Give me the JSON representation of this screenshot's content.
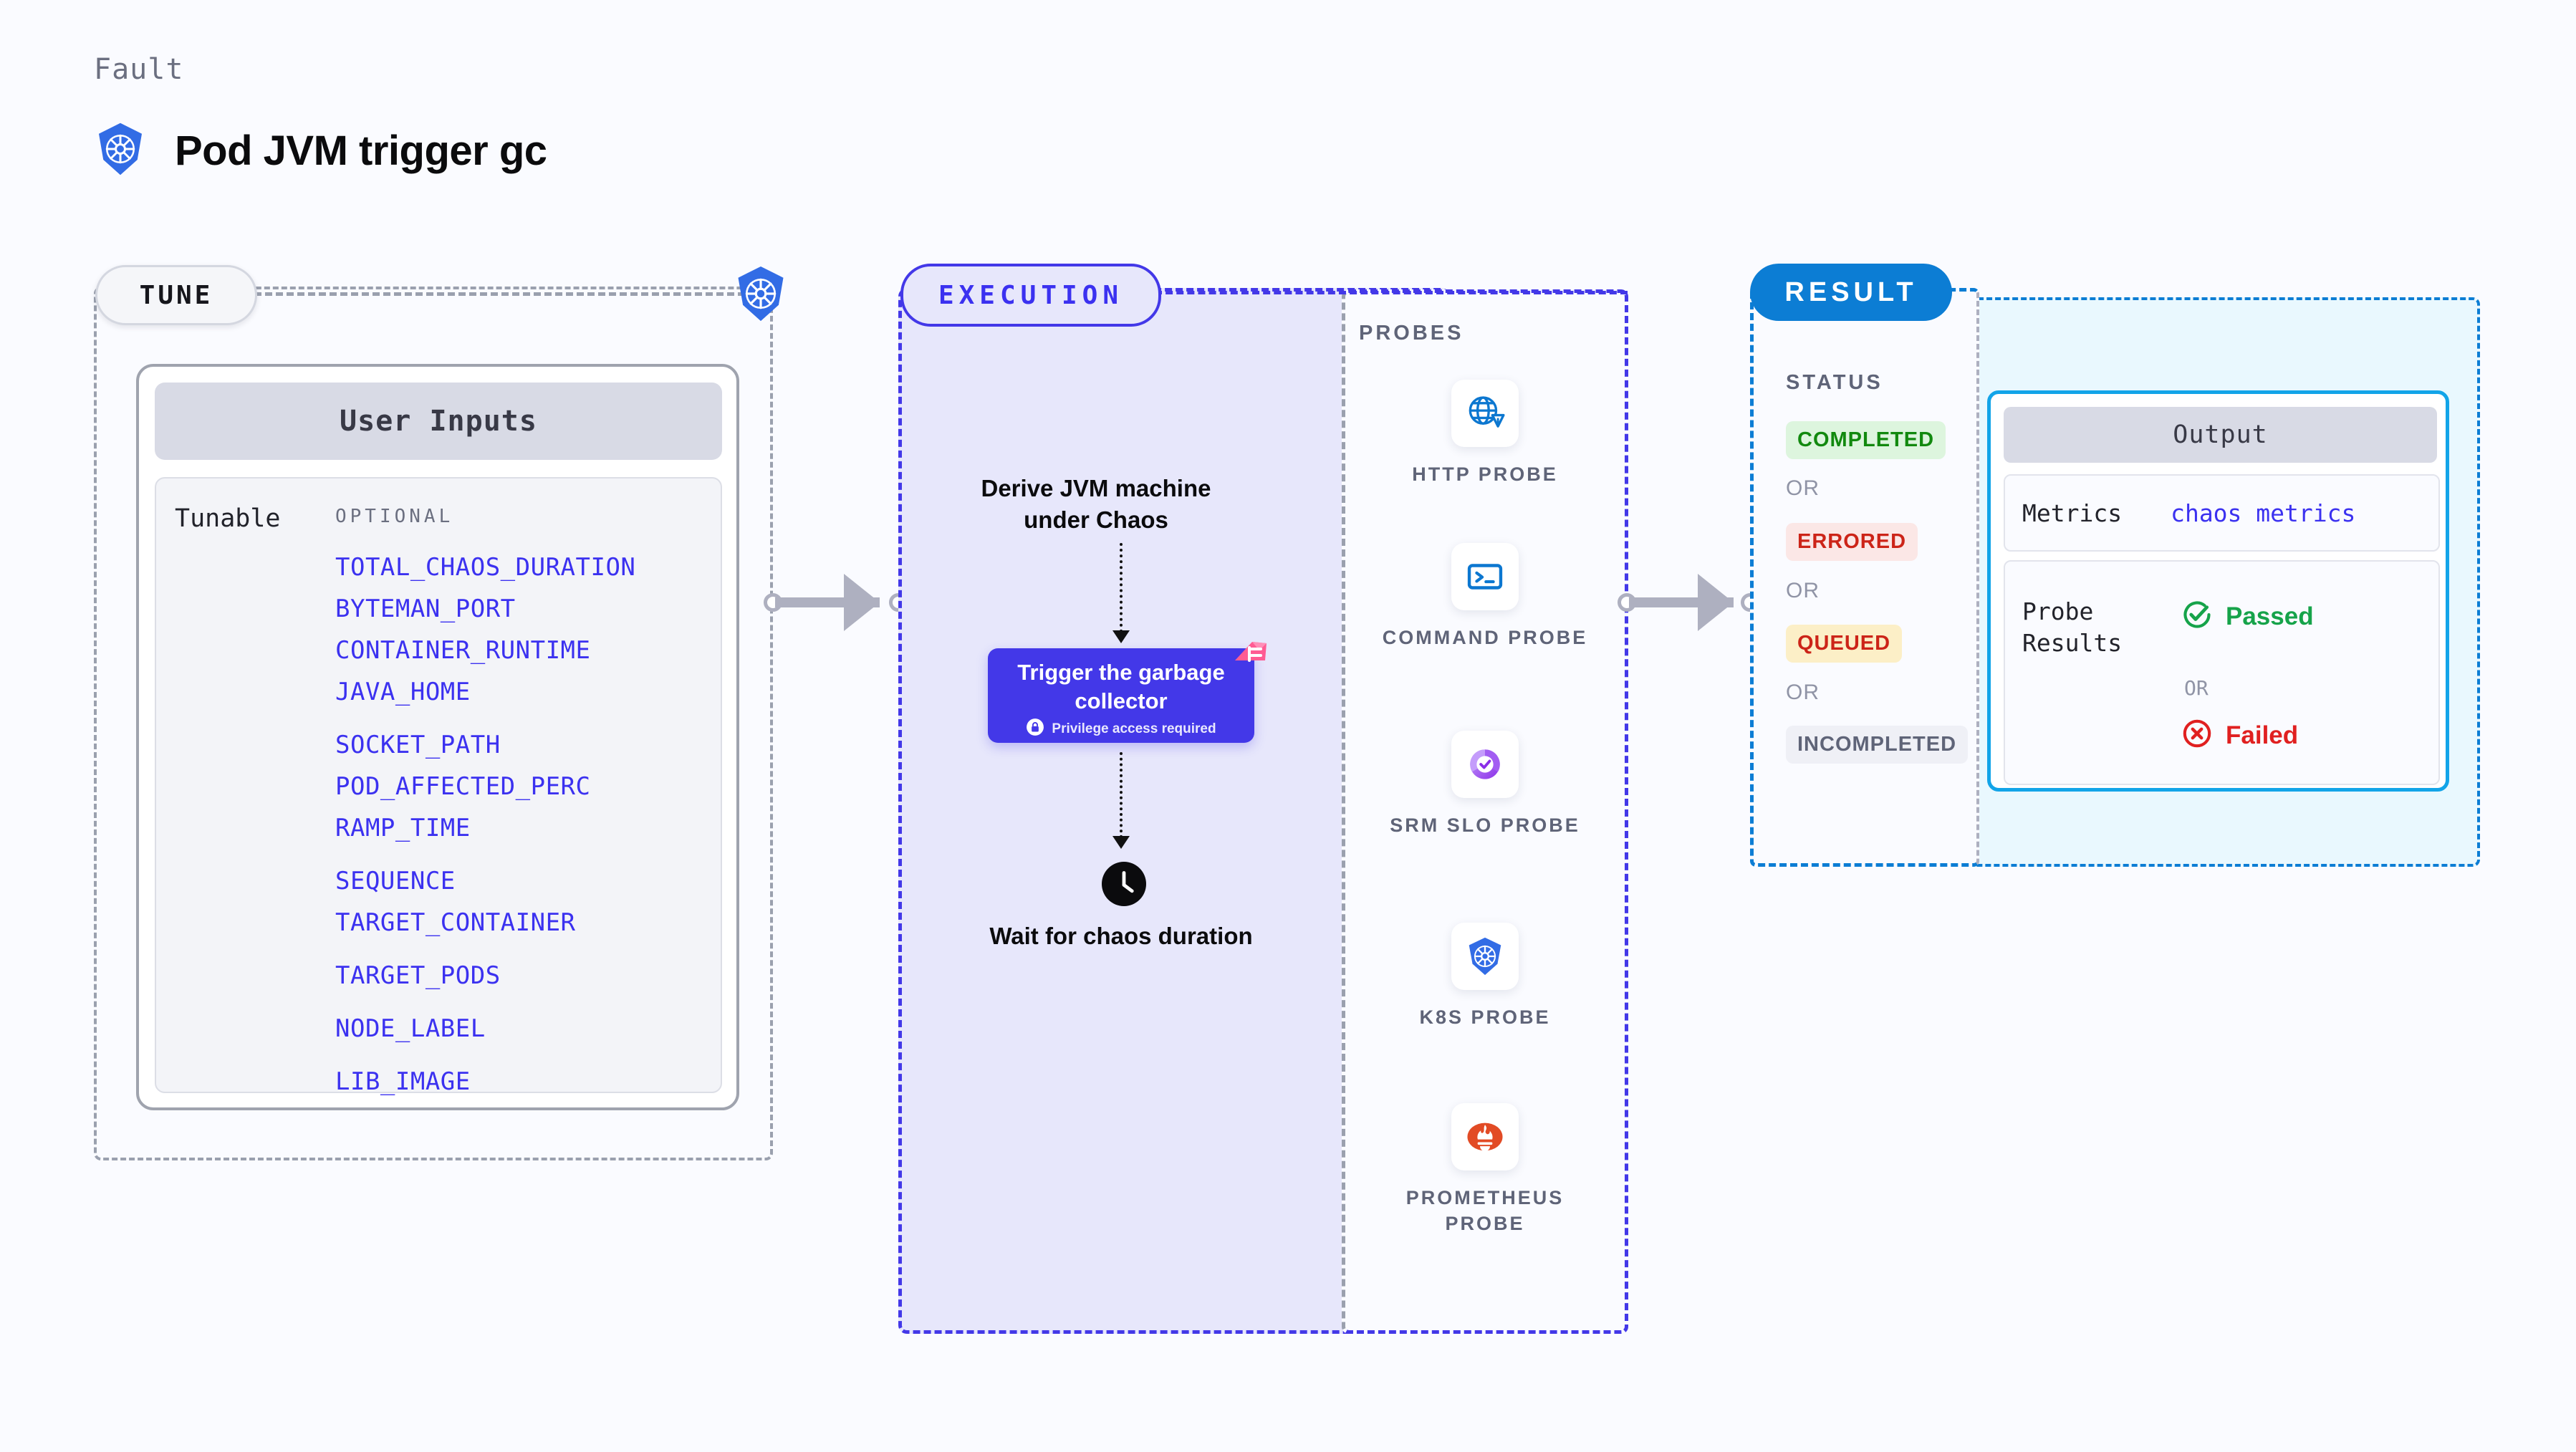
{
  "header": {
    "eyebrow": "Fault",
    "title": "Pod JVM trigger gc",
    "icon": "kubernetes-icon"
  },
  "tune": {
    "badge": "TUNE",
    "card_title": "User Inputs",
    "tunable_label": "Tunable",
    "optional_label": "OPTIONAL",
    "tunables": [
      "TOTAL_CHAOS_DURATION",
      "BYTEMAN_PORT",
      "CONTAINER_RUNTIME",
      "JAVA_HOME",
      "SOCKET_PATH",
      "POD_AFFECTED_PERC",
      "RAMP_TIME",
      "SEQUENCE",
      "TARGET_CONTAINER",
      "TARGET_PODS",
      "NODE_LABEL",
      "LIB_IMAGE"
    ]
  },
  "execution": {
    "badge": "EXECUTION",
    "step_derive": "Derive JVM machine under Chaos",
    "trigger_title": "Trigger the garbage collector",
    "trigger_note": "Privilege access required",
    "step_wait": "Wait for chaos duration"
  },
  "probes": {
    "label": "PROBES",
    "items": [
      {
        "name": "HTTP PROBE",
        "icon": "globe-warning-icon"
      },
      {
        "name": "COMMAND PROBE",
        "icon": "terminal-icon"
      },
      {
        "name": "SRM SLO PROBE",
        "icon": "slo-gauge-check-icon"
      },
      {
        "name": "K8S PROBE",
        "icon": "kubernetes-icon"
      },
      {
        "name": "PROMETHEUS PROBE",
        "icon": "prometheus-icon"
      }
    ]
  },
  "result": {
    "badge": "RESULT",
    "status_label": "STATUS",
    "or_text": "OR",
    "statuses": [
      {
        "label": "COMPLETED",
        "bg": "#DDF5DE",
        "fg": "#12890F"
      },
      {
        "label": "ERRORED",
        "bg": "#FBE7E6",
        "fg": "#CC2418"
      },
      {
        "label": "QUEUED",
        "bg": "#FCEFC7",
        "fg": "#CC2418"
      },
      {
        "label": "INCOMPLETED",
        "bg": "#EFF0F6",
        "fg": "#5F6478"
      }
    ]
  },
  "output": {
    "title": "Output",
    "metrics_label": "Metrics",
    "metrics_value": "chaos metrics",
    "probe_results_label": "Probe Results",
    "passed_label": "Passed",
    "failed_label": "Failed",
    "or_text": "OR"
  },
  "colors": {
    "accent_blue": "#3B31F0",
    "result_blue": "#0C7DD4",
    "output_cyan": "#12A4E8",
    "passed_green": "#16A34A",
    "failed_red": "#E02020",
    "k8s_blue": "#326CE5",
    "chaos_pink": "#FF6B9D"
  }
}
